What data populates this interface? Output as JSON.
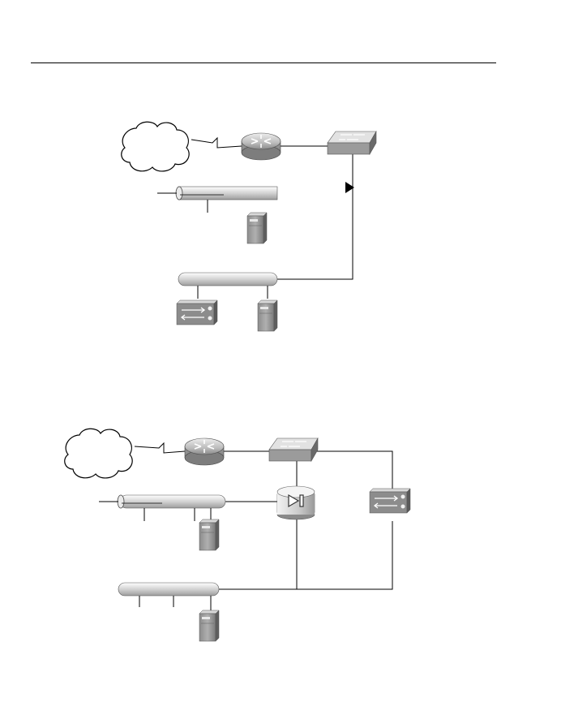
{
  "page": {
    "figures": [
      {
        "name": "top-topology",
        "devices": [
          "cloud",
          "router",
          "switch",
          "segment",
          "server",
          "segment",
          "firewall",
          "server"
        ]
      },
      {
        "name": "bottom-topology",
        "devices": [
          "cloud",
          "router",
          "switch",
          "ids-sensor",
          "firewall",
          "segment",
          "server",
          "segment",
          "server"
        ]
      }
    ]
  },
  "colors": {
    "line": "#000000",
    "device_fill": "#bdbdbd",
    "device_dark": "#6f6f6f",
    "device_light": "#e6e6e6",
    "background": "#ffffff"
  },
  "icons": {
    "cloud": "cloud-icon",
    "router": "router-icon",
    "switch": "switch-icon",
    "server": "server-icon",
    "firewall": "firewall-icon",
    "ids": "ids-sensor-icon",
    "segment": "network-segment-icon",
    "arrow": "triangle-arrow-icon"
  }
}
